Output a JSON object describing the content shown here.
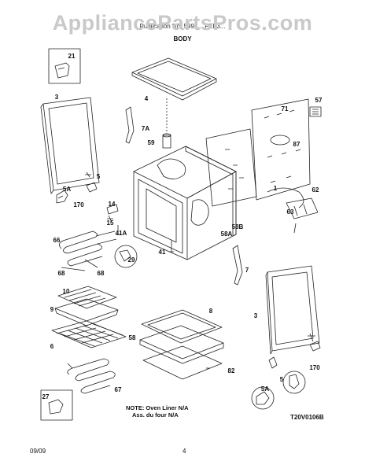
{
  "watermark": "AppliancePartsPros.com",
  "header_text": "Publication No. 5995... FEF3...",
  "section_title": "BODY",
  "callouts": {
    "c21": "21",
    "c3l": "3",
    "c4": "4",
    "c5l": "5",
    "c5al": "5A",
    "c170l": "170",
    "c7a": "7A",
    "c59": "59",
    "c14": "14",
    "c15": "15",
    "c41a": "41A",
    "c41": "41",
    "c58a": "58A",
    "c58b": "58B",
    "c71": "71",
    "c57": "57",
    "c87": "87",
    "c1": "1",
    "c62": "62",
    "c63": "63",
    "c66": "66",
    "c29": "29",
    "c68a": "68",
    "c68b": "68",
    "c7": "7",
    "c10": "10",
    "c9": "9",
    "c6": "6",
    "c8": "8",
    "c58": "58",
    "c82": "82",
    "c3r": "3",
    "c5r": "5",
    "c170r": "170",
    "c5ar": "5A",
    "c67": "67",
    "c27": "27"
  },
  "note": {
    "line1": "NOTE: Oven Liner N/A",
    "line2": "Ass. du four N/A"
  },
  "diagram_code": "T20V0106B",
  "footer": {
    "date": "09/09",
    "page": "4"
  }
}
